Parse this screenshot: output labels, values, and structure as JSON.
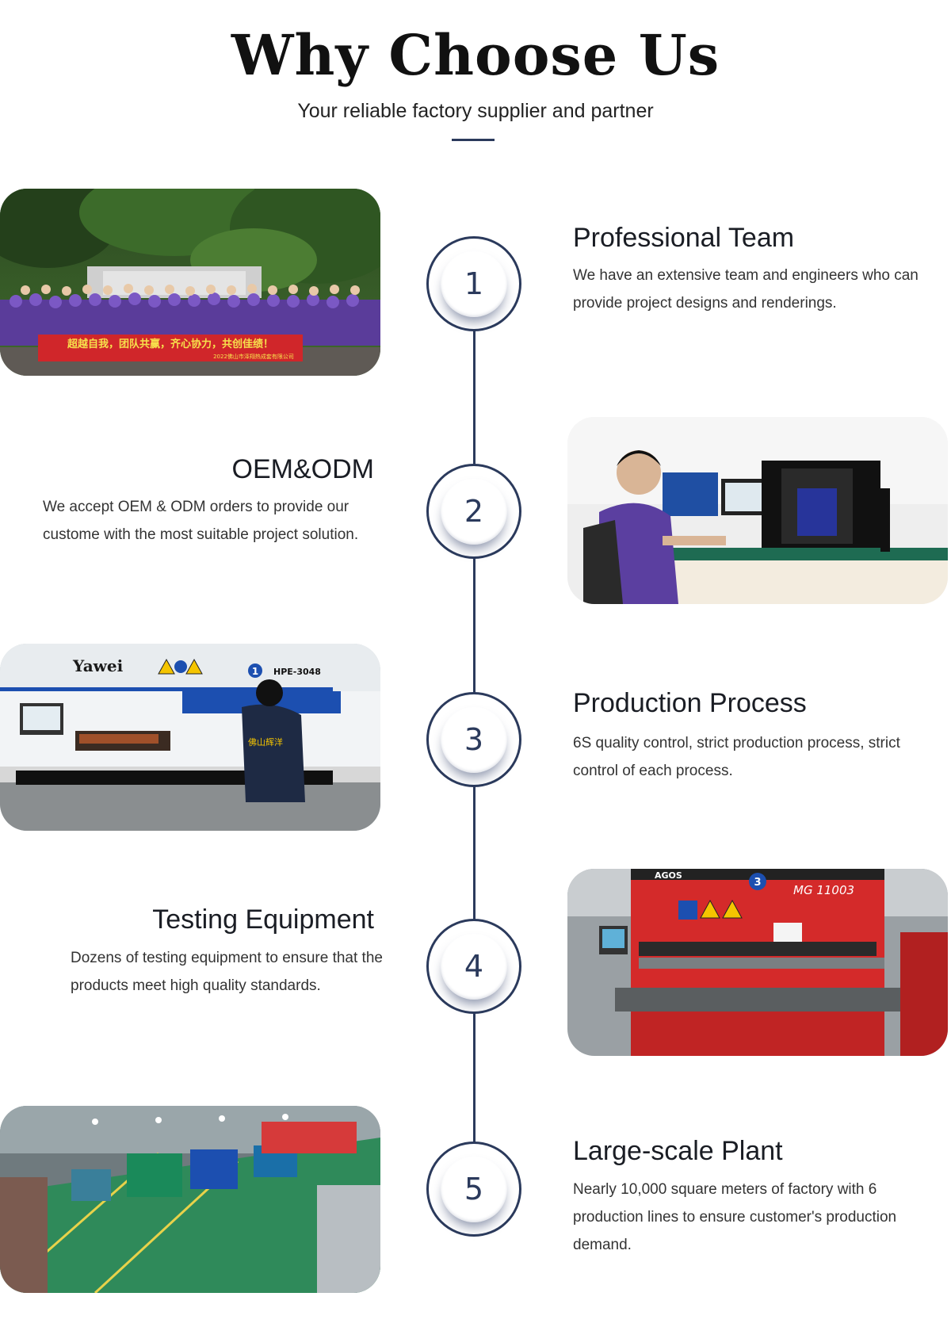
{
  "header": {
    "title": "Why Choose Us",
    "subtitle": "Your reliable factory supplier and partner"
  },
  "steps": [
    {
      "number": "1",
      "title": "Professional Team",
      "description": "We have an extensive team and engineers who can provide project designs and renderings.",
      "photo": {
        "banner_text": "超越自我，团队共赢，齐心协力，共创佳绩！",
        "banner_subtext": "2022佛山市泽翔热成套有限公司"
      }
    },
    {
      "number": "2",
      "title": "OEM&ODM",
      "description": "We accept OEM & ODM orders to provide our custome with the most suitable project solution."
    },
    {
      "number": "3",
      "title": "Production Process",
      "description": "6S quality control, strict production process, strict control of each process.",
      "photo": {
        "brand": "Yawei",
        "model": "HPE-3048",
        "badge": "1",
        "jacket_text": "佛山辉洋"
      }
    },
    {
      "number": "4",
      "title": "Testing Equipment",
      "description": "Dozens of testing equipment to ensure that the products meet high quality standards.",
      "photo": {
        "brand": "AGOS",
        "model": "MG 11003",
        "badge": "3"
      }
    },
    {
      "number": "5",
      "title": "Large-scale Plant",
      "description": "Nearly 10,000 square meters of factory with 6 production lines to ensure customer's production demand."
    }
  ],
  "colors": {
    "accent": "#2b3a5c",
    "title": "#111111",
    "text": "#333333"
  }
}
